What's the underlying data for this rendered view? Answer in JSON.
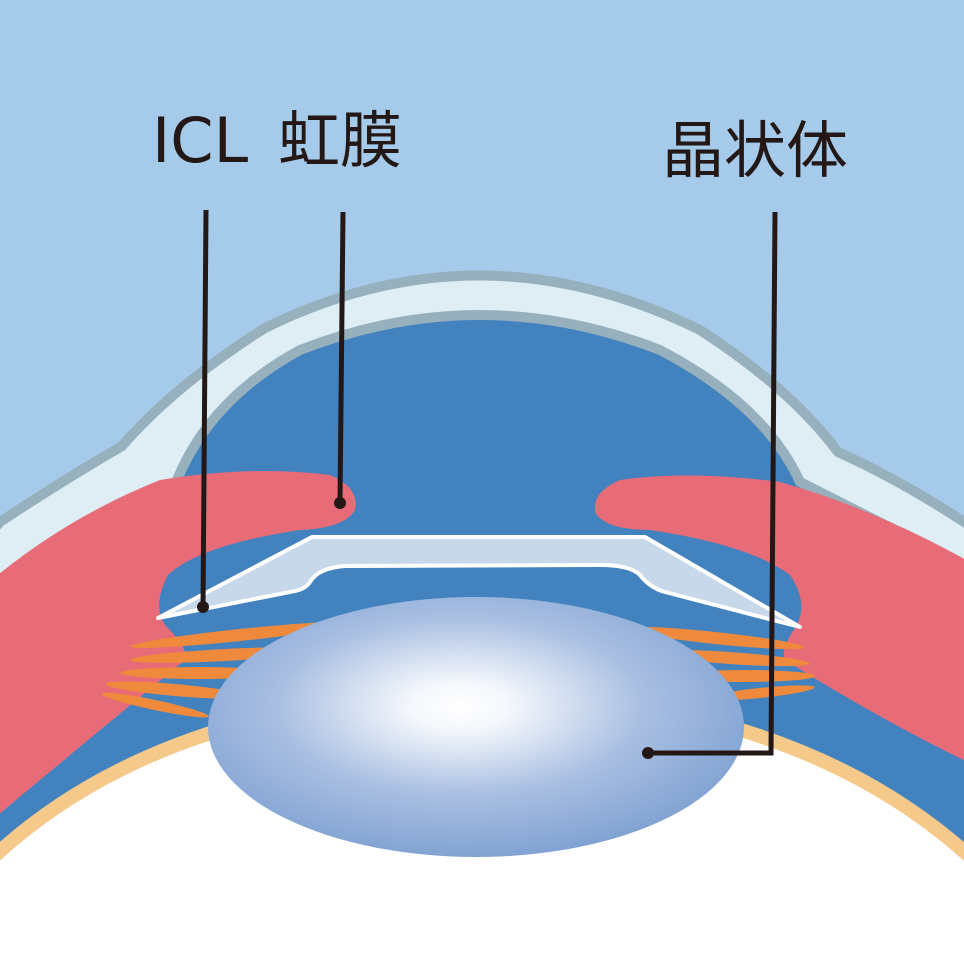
{
  "labels": {
    "icl": "ICL",
    "iris": "虹膜",
    "lens": "晶状体"
  },
  "colors": {
    "background": "#a6cbea",
    "cornea": "#dfedf5",
    "cornea_edge": "#97b0bd",
    "chamber": "#4283bf",
    "iris": "#e86b78",
    "zonules": "#ef8a3c",
    "choroid": "#f5c98a",
    "icl": "#c7d8ea",
    "lens_edge": "#7b9ed0",
    "leader": "#231815"
  }
}
